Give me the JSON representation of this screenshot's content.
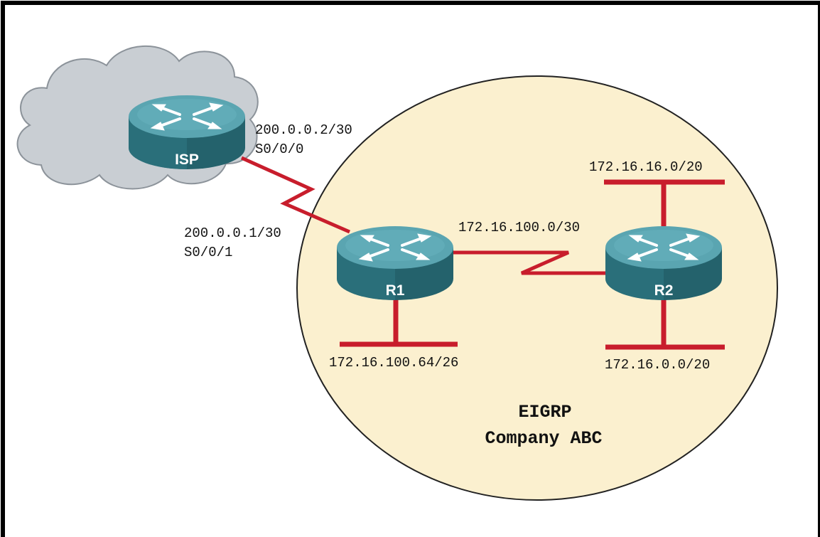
{
  "colors": {
    "zone_fill": "#fbf0cf",
    "zone_stroke": "#222222",
    "cloud_fill": "#c9ced3",
    "cloud_stroke": "#8c939a",
    "link_color": "#c81d2c",
    "router_top": "#4e9aa7",
    "router_side": "#24626c",
    "frame": "#000000"
  },
  "routers": {
    "isp": {
      "label": "ISP",
      "icon": "router-icon"
    },
    "r1": {
      "label": "R1",
      "icon": "router-icon"
    },
    "r2": {
      "label": "R2",
      "icon": "router-icon"
    }
  },
  "interfaces": {
    "isp_ip": "200.0.0.2/30",
    "isp_port": "S0/0/0",
    "r1_ip": "200.0.0.1/30",
    "r1_port": "S0/0/1"
  },
  "networks": {
    "r1_r2_link": "172.16.100.0/30",
    "r2_top_lan": "172.16.16.0/20",
    "r1_lan": "172.16.100.64/26",
    "r2_bottom_lan": "172.16.0.0/20"
  },
  "zone": {
    "protocol": "EIGRP",
    "name": "Company ABC"
  }
}
